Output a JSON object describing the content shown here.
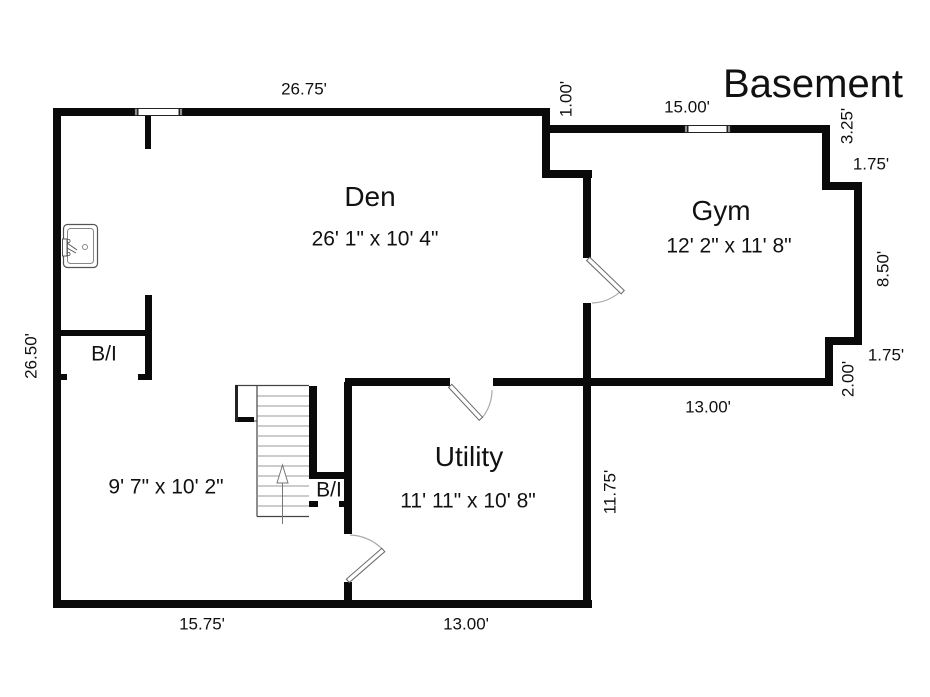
{
  "title": "Basement",
  "rooms": {
    "den": {
      "name": "Den",
      "dims": "26' 1\" x 10' 4\""
    },
    "gym": {
      "name": "Gym",
      "dims": "12' 2\" x 11' 8\""
    },
    "utility": {
      "name": "Utility",
      "dims": "11' 11\" x 10' 8\""
    },
    "rec": {
      "dims": "9' 7\" x 10' 2\""
    }
  },
  "builtins": {
    "left": "B/I",
    "stairs": "B/I"
  },
  "dimensions": {
    "top": "26.75'",
    "left": "26.50'",
    "gym_top": "15.00'",
    "top_step": "1.00'",
    "right_upper": "3.25'",
    "right_step_upper": "1.75'",
    "right_side": "8.50'",
    "right_step_lower": "1.75'",
    "right_lower": "2.00'",
    "gym_bottom": "13.00'",
    "utility_right": "11.75'",
    "bottom_left": "15.75'",
    "bottom_right": "13.00'"
  },
  "colors": {
    "wall": "#0a0a0a",
    "text": "#111111",
    "thin_line": "#444444",
    "tread": "#999999",
    "arc": "#aaaaaa"
  }
}
